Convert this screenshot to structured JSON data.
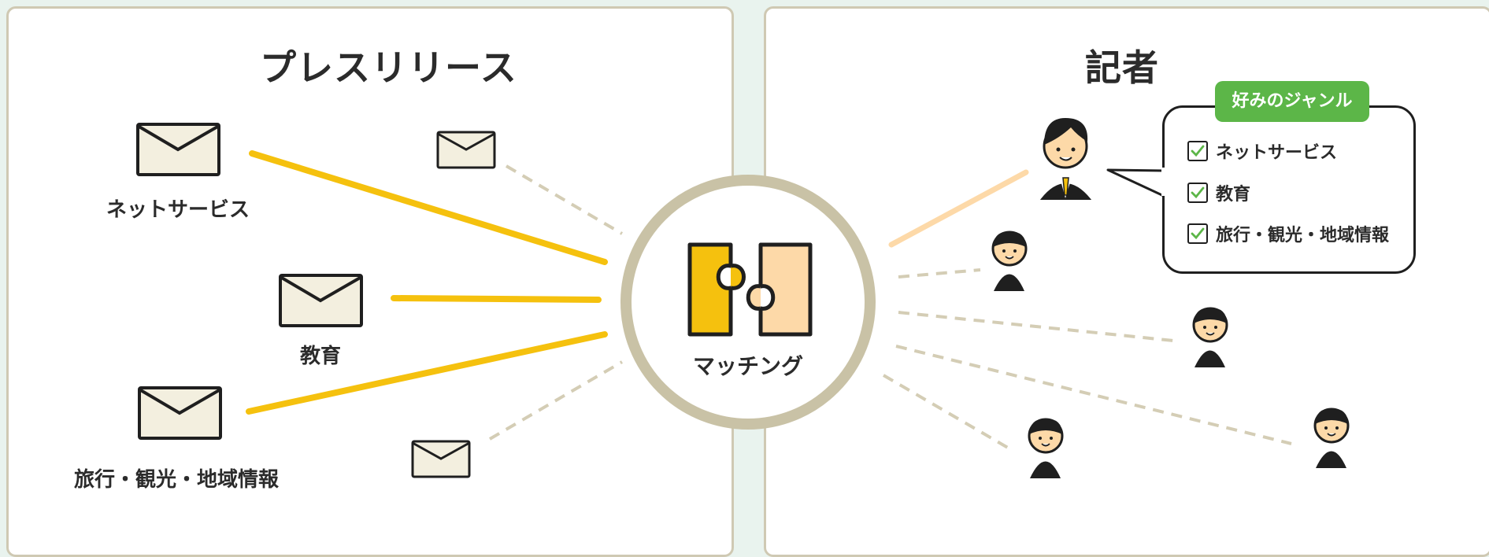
{
  "left_panel": {
    "title": "プレスリリース",
    "releases": [
      {
        "label": "ネットサービス"
      },
      {
        "label": "教育"
      },
      {
        "label": "旅行・観光・地域情報"
      }
    ]
  },
  "center": {
    "label": "マッチング"
  },
  "right_panel": {
    "title": "記者",
    "bubble": {
      "tag": "好みのジャンル",
      "genres": [
        "ネットサービス",
        "教育",
        "旅行・観光・地域情報"
      ]
    }
  },
  "colors": {
    "background": "#e9f3ee",
    "panel_border": "#cfc9b3",
    "accent_yellow": "#f5c10e",
    "accent_peach": "#fdd9a8",
    "tag_green": "#5cb648",
    "envelope_fill": "#f3efdf",
    "dashed_line": "#d4cdb5"
  }
}
